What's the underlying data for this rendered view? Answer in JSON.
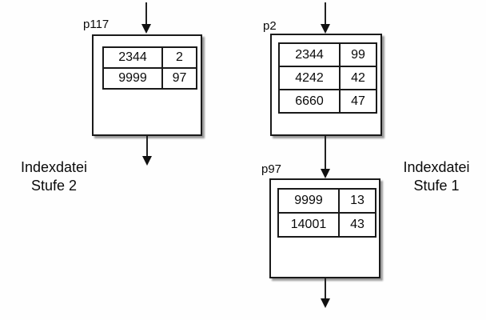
{
  "diagram": {
    "side_labels": {
      "level2": {
        "line1": "Indexdatei",
        "line2": "Stufe 2"
      },
      "level1": {
        "line1": "Indexdatei",
        "line2": "Stufe 1"
      }
    },
    "nodes": [
      {
        "id": "p117",
        "label": "p117",
        "rows": [
          [
            "2344",
            "2"
          ],
          [
            "9999",
            "97"
          ]
        ]
      },
      {
        "id": "p2",
        "label": "p2",
        "rows": [
          [
            "2344",
            "99"
          ],
          [
            "4242",
            "42"
          ],
          [
            "6660",
            "47"
          ]
        ]
      },
      {
        "id": "p97",
        "label": "p97",
        "rows": [
          [
            "9999",
            "13"
          ],
          [
            "14001",
            "43"
          ]
        ]
      }
    ],
    "colors": {
      "background": "#fefefe",
      "line": "#1a1a1a",
      "shadow": "#9a9a9a",
      "text": "#0a0a0a"
    }
  }
}
